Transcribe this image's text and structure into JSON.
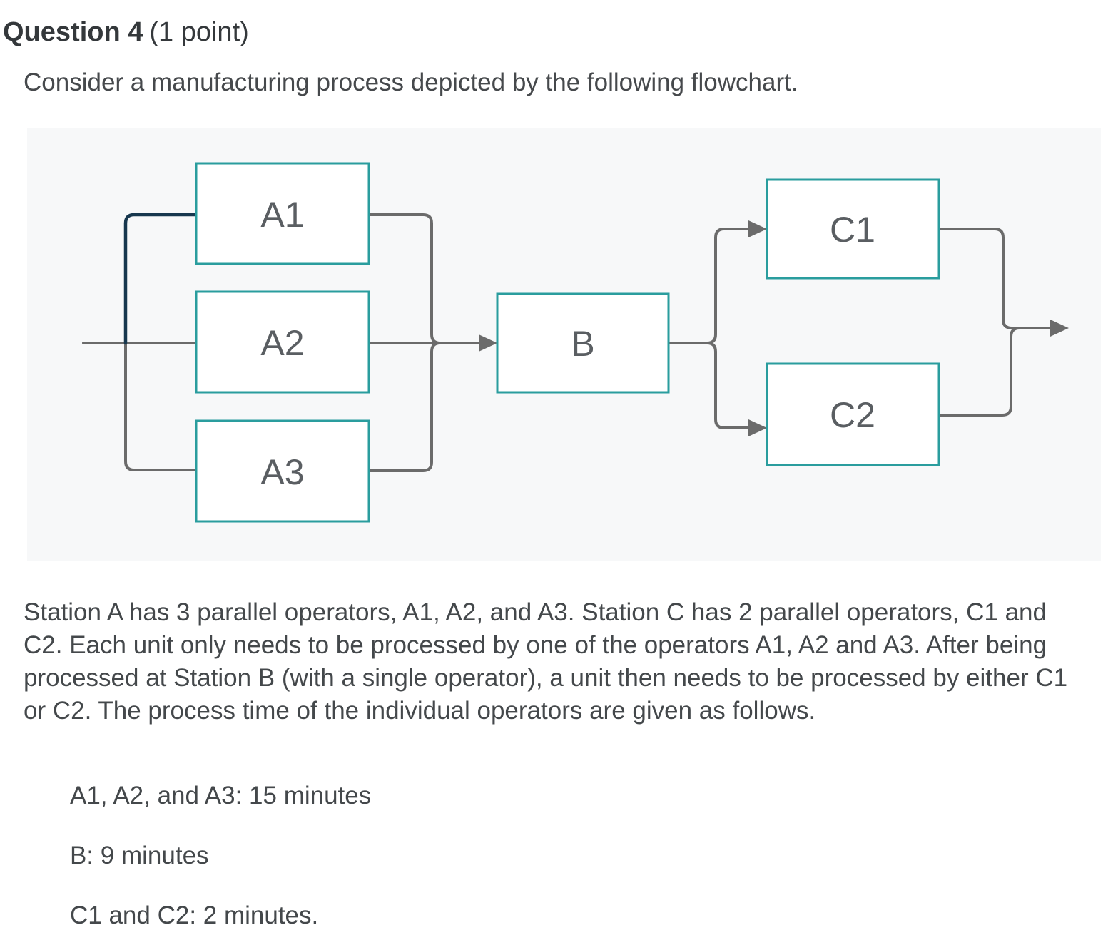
{
  "question": {
    "title": "Question 4",
    "points": "(1 point)",
    "intro": "Consider a manufacturing process depicted by the following flowchart.",
    "description": "Station A has 3 parallel operators, A1, A2, and A3. Station C has 2 parallel operators, C1 and C2. Each unit only needs to be processed by one of the operators A1, A2 and A3. After being processed at Station B (with a single operator), a unit then needs to be processed by either C1 or C2. The process time of the individual operators are given as follows.",
    "process_times": [
      "A1, A2, and A3: 15 minutes",
      "B: 9 minutes",
      "C1 and C2: 2 minutes."
    ]
  },
  "flowchart": {
    "type": "flowchart",
    "nodes": [
      {
        "id": "A1",
        "label": "A1"
      },
      {
        "id": "A2",
        "label": "A2"
      },
      {
        "id": "A3",
        "label": "A3"
      },
      {
        "id": "B",
        "label": "B"
      },
      {
        "id": "C1",
        "label": "C1"
      },
      {
        "id": "C2",
        "label": "C2"
      }
    ],
    "edges": [
      {
        "from": "start",
        "to": "A1"
      },
      {
        "from": "start",
        "to": "A2"
      },
      {
        "from": "start",
        "to": "A3"
      },
      {
        "from": "A1",
        "to": "B"
      },
      {
        "from": "A2",
        "to": "B"
      },
      {
        "from": "A3",
        "to": "B"
      },
      {
        "from": "B",
        "to": "C1"
      },
      {
        "from": "B",
        "to": "C2"
      },
      {
        "from": "C1",
        "to": "end"
      },
      {
        "from": "C2",
        "to": "end"
      }
    ],
    "colors": {
      "node_border": "#2A9D9E",
      "node_label": "#5A5E62",
      "connector": "#6B6B6B",
      "highlight_connector": "#17374E",
      "panel_bg": "#F7F8F9"
    }
  }
}
